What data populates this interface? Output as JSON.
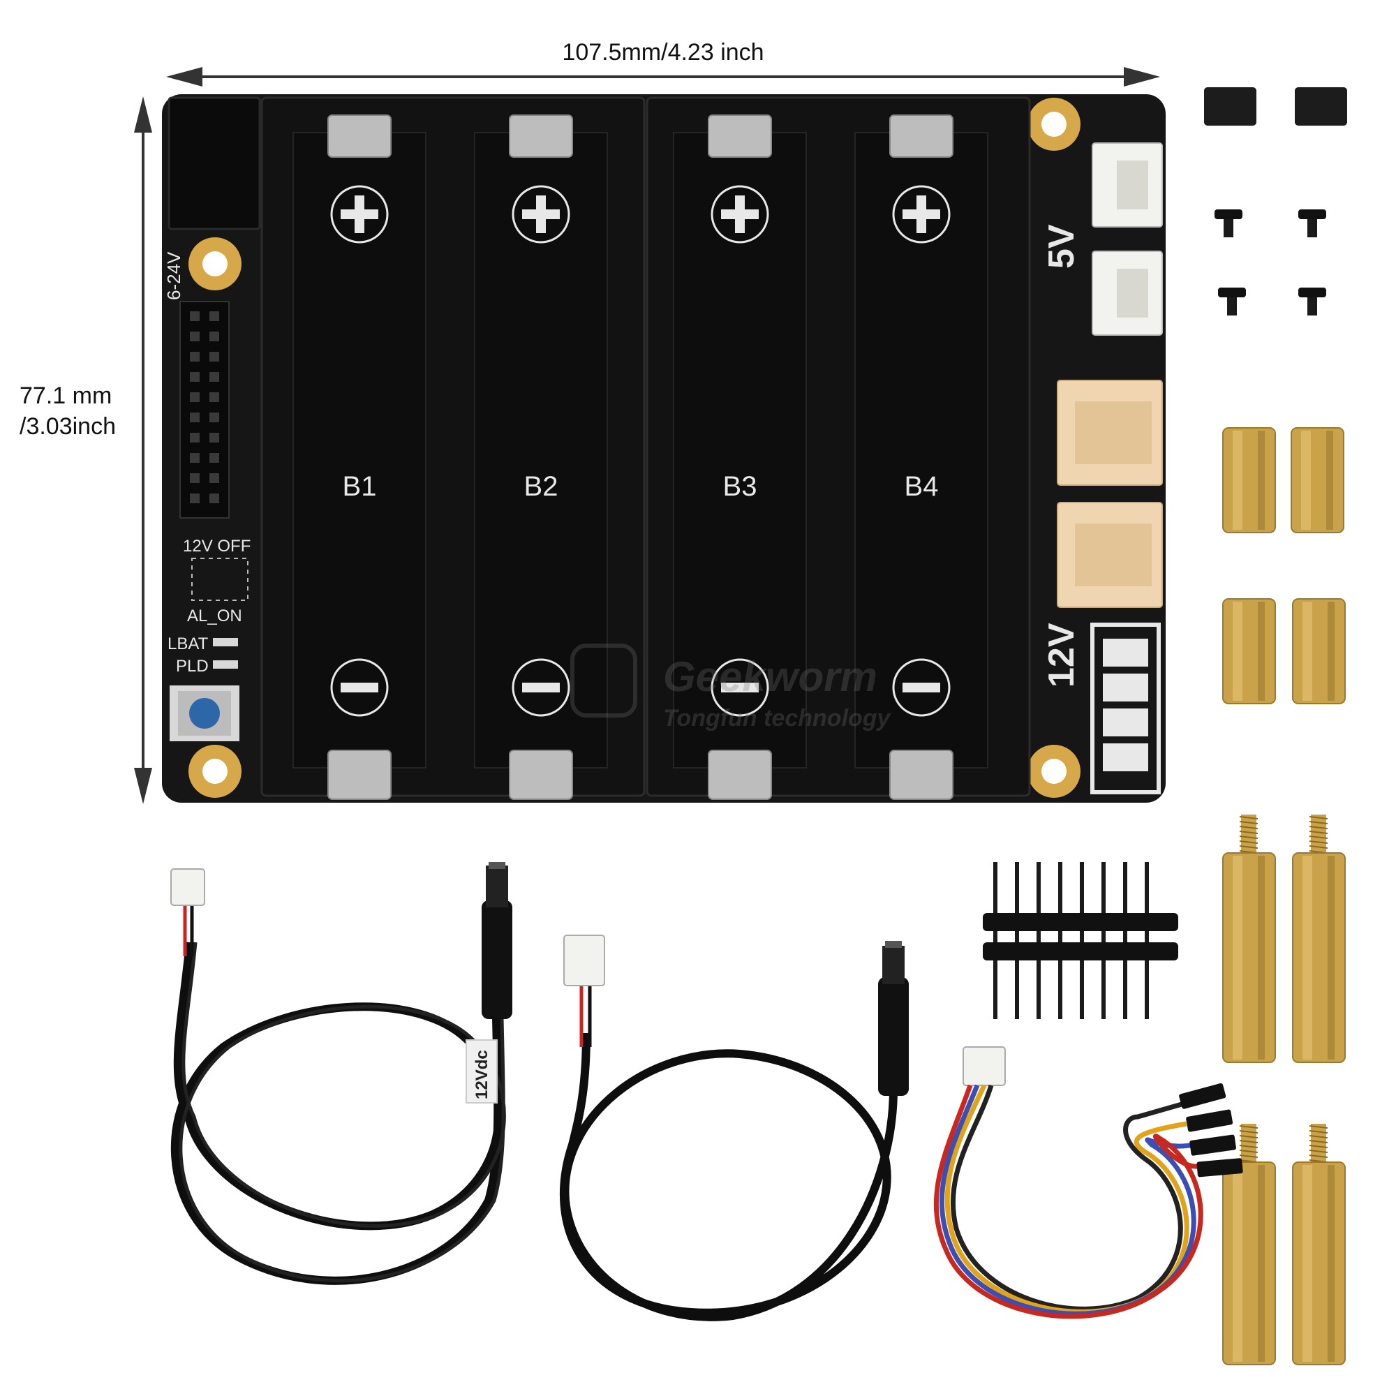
{
  "dimensions": {
    "width_label": "107.5mm/4.23 inch",
    "height_label_line1": "77.1 mm",
    "height_label_line2": "/3.03inch"
  },
  "board": {
    "input_label": "6-24V",
    "switch_label_top": "12V OFF",
    "switch_label_bottom": "AL_ON",
    "lbat_label": "LBAT",
    "pld_label": "PLD",
    "output_5v_label": "5V",
    "output_12v_label": "12V",
    "battery_slots": [
      "B1",
      "B2",
      "B3",
      "B4"
    ],
    "watermark_line1": "Geekworm",
    "watermark_line2": "Tongfun technology"
  },
  "accessories": {
    "cable_tag": "12Vdc"
  },
  "colors": {
    "pcb": "#161616",
    "silkscreen": "#e8e8e8",
    "gold_pad": "#d6a84a",
    "brass": "#c9a24a",
    "connector_beige": "#efd6b0",
    "connector_white": "#f2f2ee"
  }
}
